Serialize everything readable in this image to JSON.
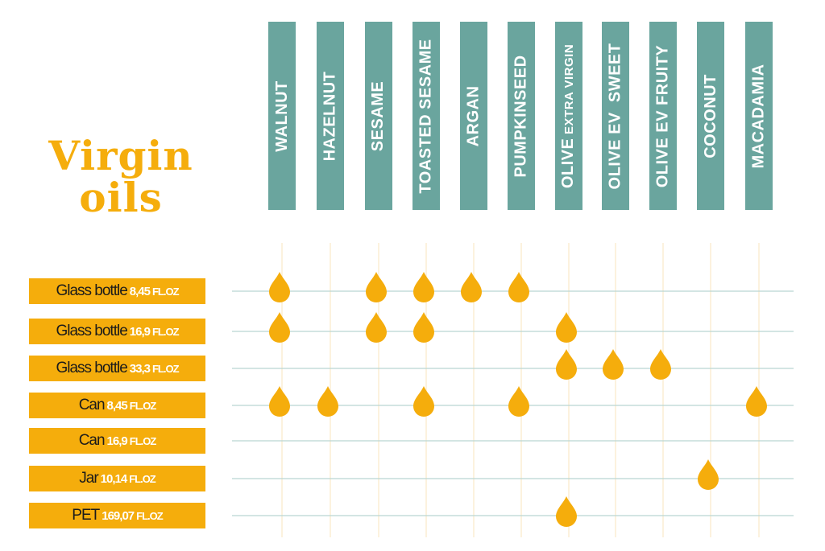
{
  "title": {
    "line1": "Virgin",
    "line2": "oils"
  },
  "colors": {
    "header": "#6aa59e",
    "accent": "#f5ad0c",
    "row_line": "#b9d5d2",
    "col_line": "#fbeed4",
    "label_text": "#1b1b1b"
  },
  "drop_icon": "oil-drop-icon",
  "columns": [
    {
      "label": "WALNUT"
    },
    {
      "label": "HAZELNUT"
    },
    {
      "label": "SESAME"
    },
    {
      "label": "TOASTED SESAME"
    },
    {
      "label": "ARGAN"
    },
    {
      "label": "PUMPKINSEED"
    },
    {
      "label": "OLIVE",
      "sub": "EXTRA VIRGIN"
    },
    {
      "label": "OLIVE EV  SWEET"
    },
    {
      "label": "OLIVE EV FRUITY"
    },
    {
      "label": "COCONUT"
    },
    {
      "label": "MACADAMIA"
    }
  ],
  "rows": [
    {
      "name": "Glass bottle",
      "size": "8,45",
      "unit": "FL.OZ"
    },
    {
      "name": "Glass bottle",
      "size": "16,9",
      "unit": "FL.OZ"
    },
    {
      "name": "Glass bottle",
      "size": "33,3",
      "unit": "FL.OZ"
    },
    {
      "name": "Can",
      "size": "8,45",
      "unit": "FL.OZ"
    },
    {
      "name": "Can",
      "size": "16,9",
      "unit": "FL.OZ"
    },
    {
      "name": "Jar",
      "size": "10,14",
      "unit": "FL.OZ"
    },
    {
      "name": "PET",
      "size": "169,07",
      "unit": "FL.OZ"
    }
  ],
  "availability": [
    [
      1,
      0,
      1,
      1,
      1,
      1,
      0,
      0,
      0,
      0,
      0
    ],
    [
      1,
      0,
      1,
      1,
      0,
      0,
      1,
      0,
      0,
      0,
      0
    ],
    [
      0,
      0,
      0,
      0,
      0,
      0,
      1,
      1,
      1,
      0,
      0
    ],
    [
      1,
      1,
      0,
      1,
      0,
      1,
      0,
      0,
      0,
      0,
      1
    ],
    [
      0,
      0,
      0,
      0,
      0,
      0,
      0,
      0,
      0,
      0,
      0
    ],
    [
      0,
      0,
      0,
      0,
      0,
      0,
      0,
      0,
      0,
      1,
      0
    ],
    [
      0,
      0,
      0,
      0,
      0,
      0,
      1,
      0,
      0,
      0,
      0
    ]
  ]
}
